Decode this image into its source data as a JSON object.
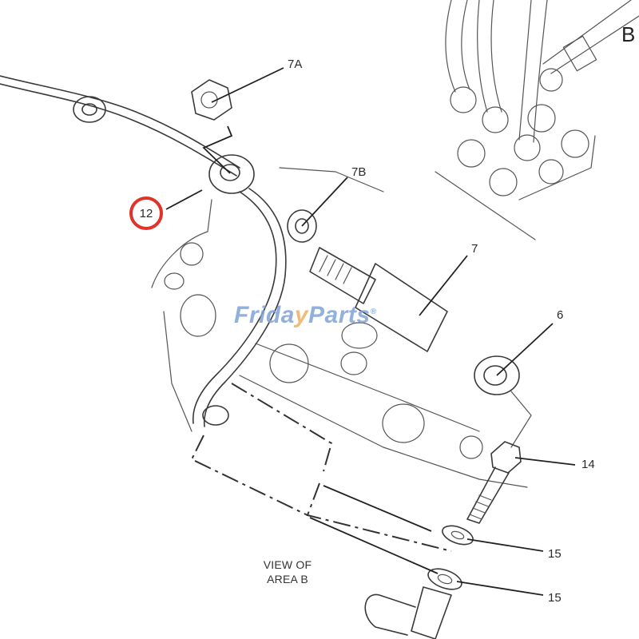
{
  "diagram": {
    "view_marker": "B",
    "view_caption_line1": "VIEW OF",
    "view_caption_line2": "AREA B",
    "highlighted_callout": {
      "label": "12",
      "ring_color": "#e0332a"
    },
    "callouts": [
      {
        "id": "7A",
        "label": "7A"
      },
      {
        "id": "7B",
        "label": "7B"
      },
      {
        "id": "7",
        "label": "7"
      },
      {
        "id": "6",
        "label": "6"
      },
      {
        "id": "14",
        "label": "14"
      },
      {
        "id": "15a",
        "label": "15"
      },
      {
        "id": "15b",
        "label": "15"
      }
    ]
  },
  "watermark": {
    "part1": "Frida",
    "check": "y",
    "part2": "Parts",
    "trademark": "®",
    "color_primary": "#7fa3d6",
    "color_accent": "#f0b060"
  }
}
